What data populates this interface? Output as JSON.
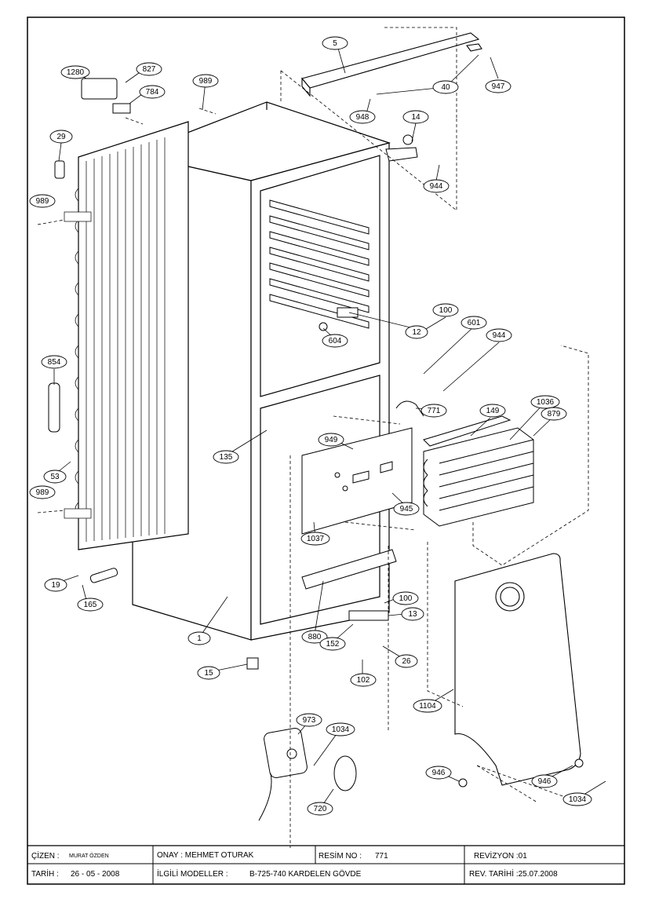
{
  "callouts": {
    "c5": "5",
    "c40": "40",
    "c947": "947",
    "c948": "948",
    "c14": "14",
    "c944a": "944",
    "c1280": "1280",
    "c827": "827",
    "c784": "784",
    "c989a": "989",
    "c29": "29",
    "c989b": "989",
    "c854": "854",
    "c53": "53",
    "c989c": "989",
    "c19": "19",
    "c165": "165",
    "c12": "12",
    "c604": "604",
    "c100a": "100",
    "c601": "601",
    "c944b": "944",
    "c771": "771",
    "c149": "149",
    "c1036": "1036",
    "c879": "879",
    "c135": "135",
    "c949": "949",
    "c945": "945",
    "c1037": "1037",
    "c1": "1",
    "c880": "880",
    "c100b": "100",
    "c13": "13",
    "c152": "152",
    "c26": "26",
    "c102": "102",
    "c15": "15",
    "c1104": "1104",
    "c973": "973",
    "c1034a": "1034",
    "c720": "720",
    "c946a": "946",
    "c946b": "946",
    "c1034b": "1034"
  },
  "title_block": {
    "cizen_label": "ÇİZEN :",
    "cizen_value": "MURAT ÖZDEN",
    "onay": "ONAY : MEHMET OTURAK",
    "resim_label": "RESİM NO :",
    "resim_value": "771",
    "revizyon": "REVİZYON :01",
    "tarih_label": "TARİH :",
    "tarih_value": "26 - 05 - 2008",
    "modeller_label": "İLGİLİ MODELLER :",
    "modeller_value": "B-725-740 KARDELEN GÖVDE",
    "rev_tarihi": "REV. TARİHİ :25.07.2008"
  }
}
